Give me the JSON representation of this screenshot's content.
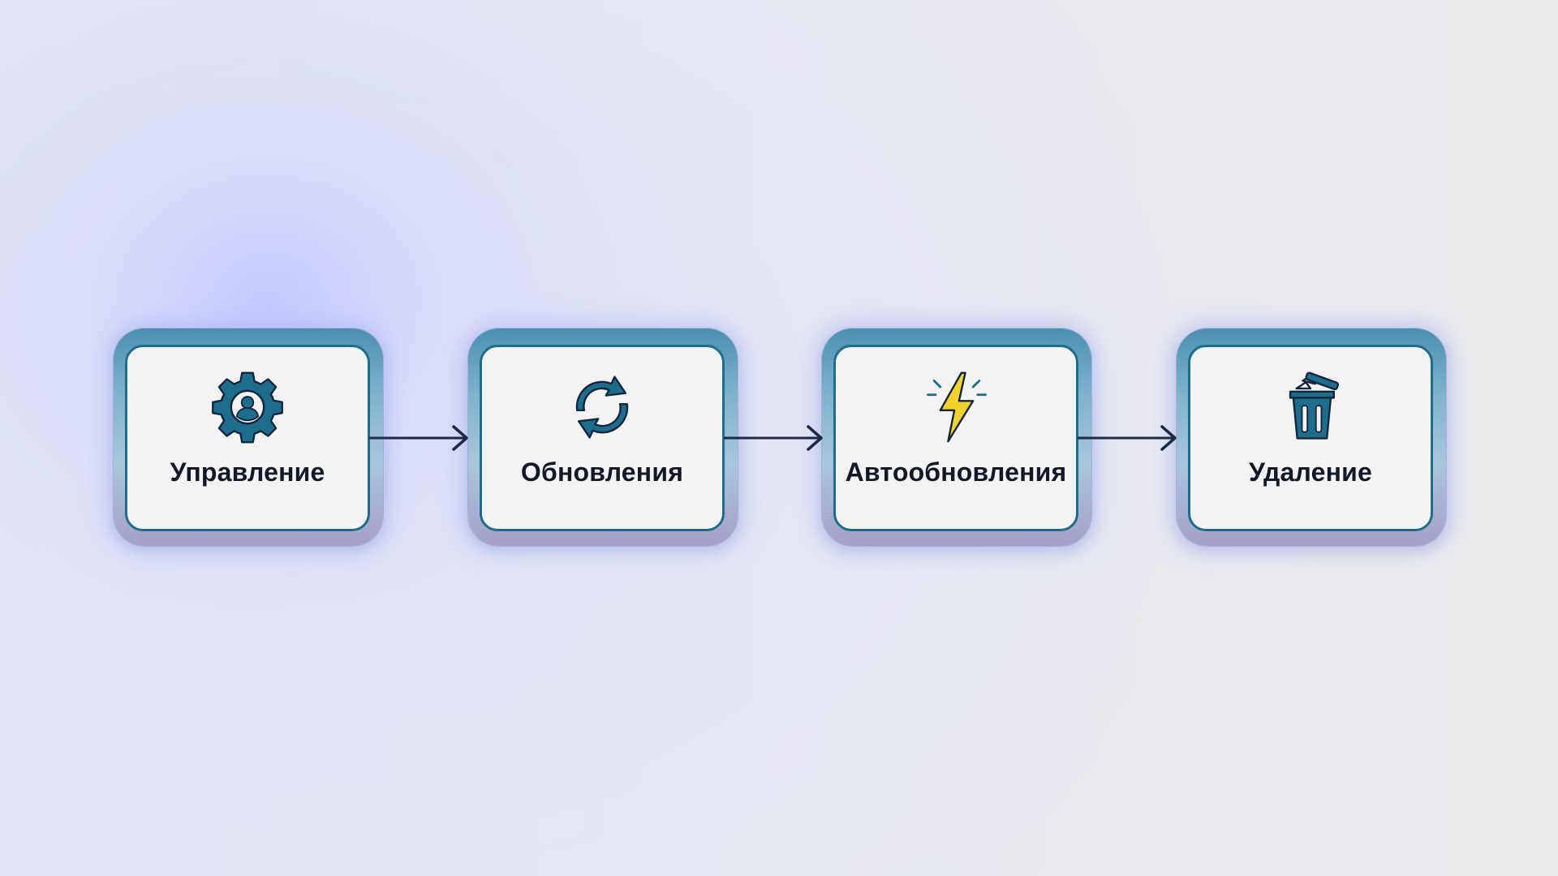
{
  "colors": {
    "icon_primary": "#1f6d8d",
    "icon_outline": "#14263d",
    "bolt_fill": "#f2d22e",
    "arrow": "#1a2a47",
    "label": "#111827"
  },
  "steps": [
    {
      "label": "Управление",
      "icon": "gear-user-icon"
    },
    {
      "label": "Обновления",
      "icon": "refresh-icon"
    },
    {
      "label": "Автообновления",
      "icon": "lightning-bolt-icon"
    },
    {
      "label": "Удаление",
      "icon": "trash-can-icon"
    }
  ],
  "connectors": [
    {
      "from": 0,
      "to": 1
    },
    {
      "from": 1,
      "to": 2
    },
    {
      "from": 2,
      "to": 3
    }
  ]
}
